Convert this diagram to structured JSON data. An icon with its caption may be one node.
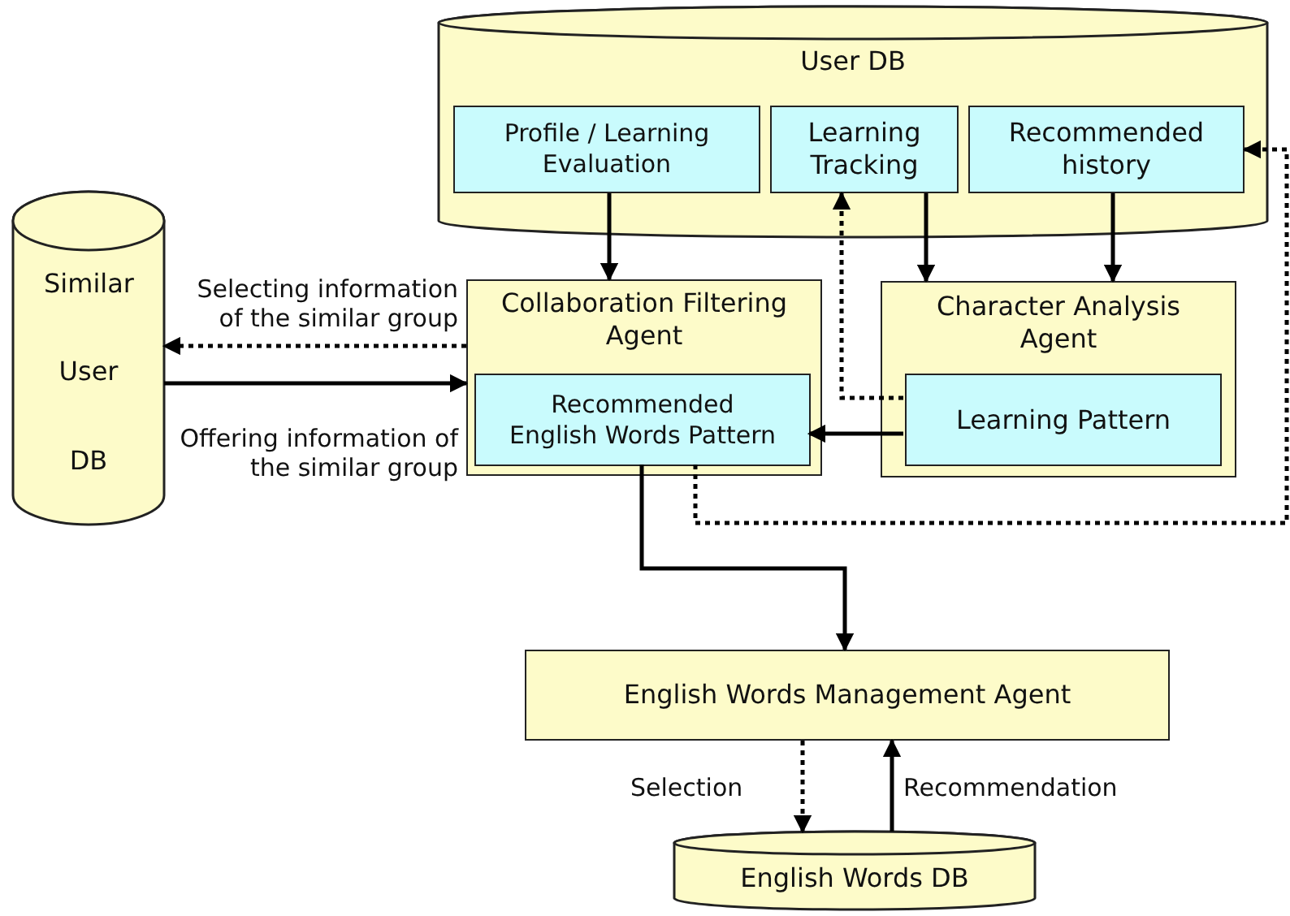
{
  "diagram": {
    "nodes": [
      {
        "text": [
          "User DB"
        ]
      },
      {
        "text": [
          "Profile / Learning Evaluation"
        ],
        "in": 0
      },
      {
        "text": [
          "Learning Tracking"
        ],
        "in": 0
      },
      {
        "text": [
          "Recommended history"
        ],
        "in": 0
      },
      {
        "text": [
          "Similar User DB"
        ]
      },
      {
        "text": [
          "Collaboration Filtering Agent"
        ]
      },
      {
        "text": [
          "Recommended English Words Pattern"
        ],
        "in": 5
      },
      {
        "text": [
          "Character Analysis Agent"
        ]
      },
      {
        "text": [
          "Learning Pattern"
        ],
        "in": 7
      },
      {
        "text": [
          "English Words Management Agent"
        ]
      },
      {
        "text": [
          "English Words DB"
        ]
      }
    ],
    "edges": [
      {
        "from": 1,
        "to": 5,
        "arrow": "to"
      },
      {
        "from": 2,
        "to": 7,
        "arrow": "to"
      },
      {
        "from": 3,
        "to": 7,
        "arrow": "to"
      },
      {
        "from": 8,
        "to": 2,
        "arrow": "to",
        "style": "dashed"
      },
      {
        "from": 5,
        "to": 4,
        "arrow": "to",
        "style": "dashed",
        "label": "Selecting information of the similar group"
      },
      {
        "from": 4,
        "to": 5,
        "arrow": "to",
        "label": "Offering information of the similar group"
      },
      {
        "from": 8,
        "to": 6,
        "arrow": "to"
      },
      {
        "from": 6,
        "to": 9,
        "arrow": "to"
      },
      {
        "from": 6,
        "to": 3,
        "arrow": "to",
        "style": "dashed"
      },
      {
        "from": 9,
        "to": 10,
        "arrow": "to",
        "style": "dashed",
        "label": "Selection"
      },
      {
        "from": 10,
        "to": 9,
        "arrow": "to",
        "label": "Recommendation"
      }
    ]
  }
}
